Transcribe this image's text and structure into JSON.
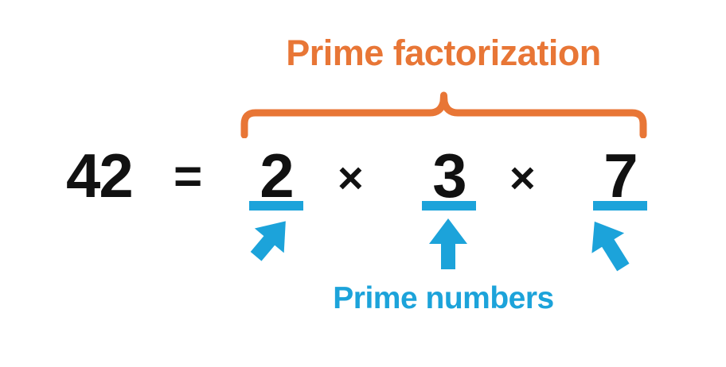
{
  "diagram": {
    "title": "Prime factorization",
    "caption": "Prime numbers",
    "colors": {
      "orange": "#E87636",
      "blue": "#1CA3DA",
      "ink": "#111111",
      "background": "#FFFFFF"
    },
    "equation": {
      "product": "42",
      "equals": "=",
      "times": "×",
      "factors": [
        {
          "value": "2"
        },
        {
          "value": "3"
        },
        {
          "value": "7"
        }
      ]
    },
    "annotations": {
      "brace_points_to": "Prime factorization",
      "arrows_point_to": "Prime numbers",
      "arrow_count": 3
    }
  }
}
